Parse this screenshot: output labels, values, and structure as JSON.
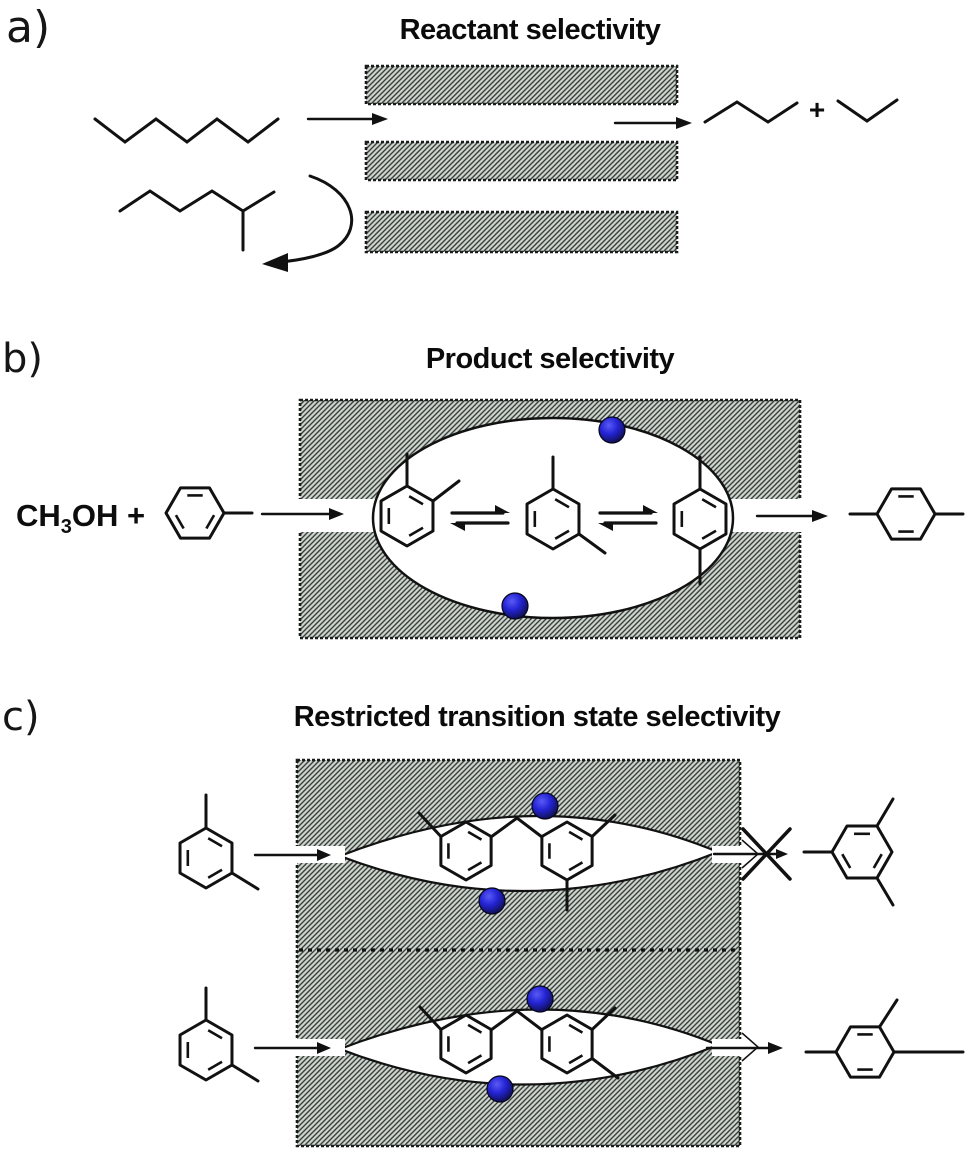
{
  "figure": {
    "panel_a": {
      "label": "a)",
      "title": "Reactant selectivity",
      "plus_sign": "+"
    },
    "panel_b": {
      "label": "b)",
      "title": "Product selectivity",
      "reagent": {
        "prefix": "CH",
        "subscript": "3",
        "suffix": "OH +"
      }
    },
    "panel_c": {
      "label": "c)",
      "title": "Restricted transition state selectivity"
    }
  },
  "colors": {
    "hatch_fill": "#cdd4ce",
    "hatch_line": "#3a3f3a",
    "block_border": "#1b1b1b",
    "ink": "#111111",
    "sphere_highlight": "#5a5af5",
    "sphere_mid": "#2424d6",
    "sphere_dark": "#0c0c3e"
  },
  "icons": {
    "panel_a": [
      "linear-alkane",
      "branched-alkane",
      "cracked-product-zigzag",
      "cracked-product-v",
      "feed-arrow",
      "product-arrow",
      "rejected-curved-arrow",
      "pore-wall-hatched-bar"
    ],
    "panel_b": [
      "toluene",
      "o-xylene",
      "m-xylene",
      "p-xylene",
      "p-xylene-product",
      "equilibrium-arrow",
      "acid-site-blue-sphere",
      "cage-ellipse",
      "pore-wall-hatched-block"
    ],
    "panel_c": [
      "m-xylene-feed",
      "diaryl-transition-state",
      "mesitylene-blocked",
      "tmb-124-product",
      "blocked-cross",
      "lens-cavity",
      "acid-site-blue-sphere",
      "dashed-divider"
    ]
  }
}
